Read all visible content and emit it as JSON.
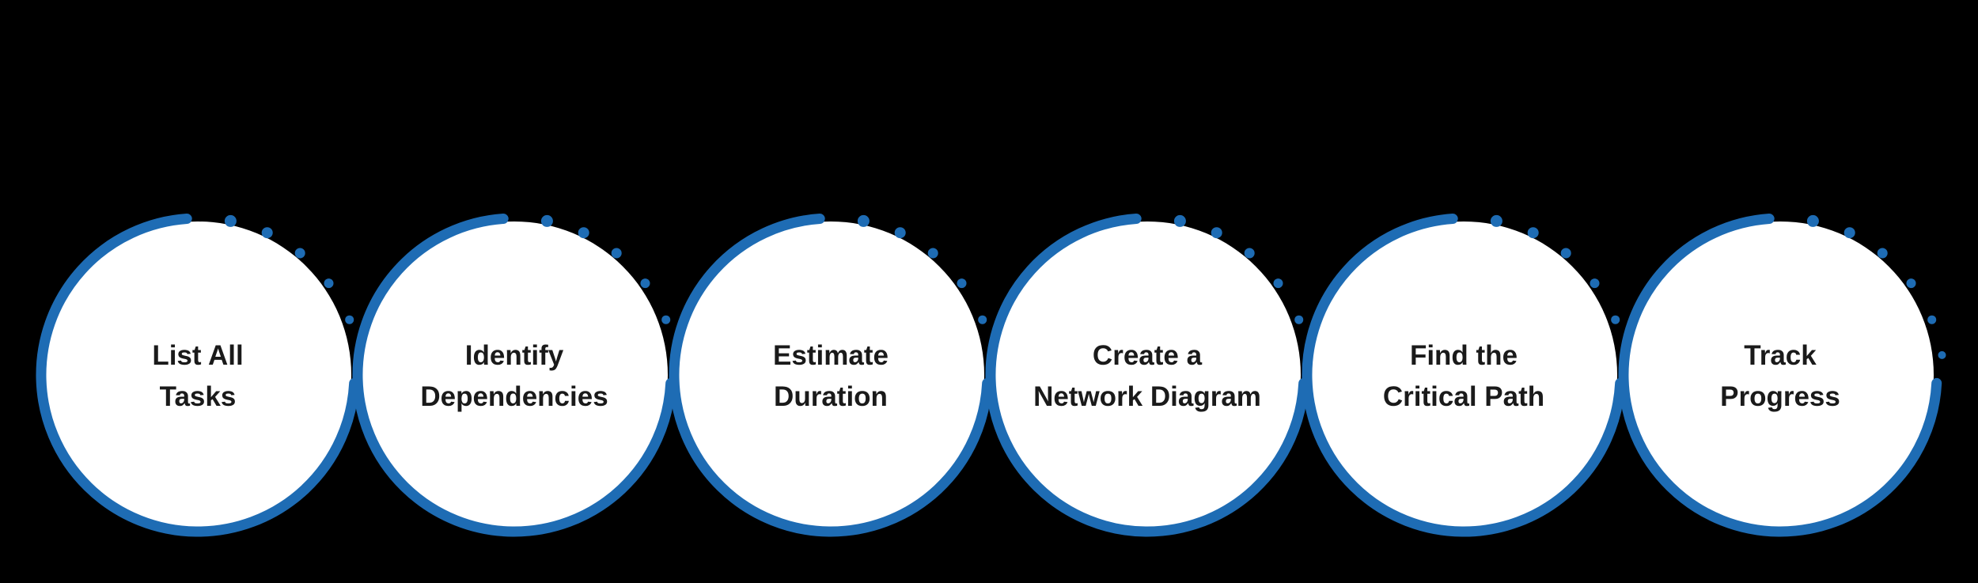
{
  "background_color": "#000000",
  "diagram": {
    "type": "process-steps",
    "accent_color": "#1e6cb4",
    "circle_fill": "#ffffff",
    "text_color": "#1a1a1a",
    "steps": [
      {
        "label": "List All Tasks",
        "line1": "List All",
        "line2": "Tasks"
      },
      {
        "label": "Identify Dependencies",
        "line1": "Identify",
        "line2": "Dependencies"
      },
      {
        "label": "Estimate Duration",
        "line1": "Estimate",
        "line2": "Duration"
      },
      {
        "label": "Create a Network Diagram",
        "line1": "Create a",
        "line2": "Network Diagram"
      },
      {
        "label": "Find the Critical Path",
        "line1": "Find the",
        "line2": "Critical Path"
      },
      {
        "label": "Track Progress",
        "line1": "Track",
        "line2": "Progress"
      }
    ]
  }
}
